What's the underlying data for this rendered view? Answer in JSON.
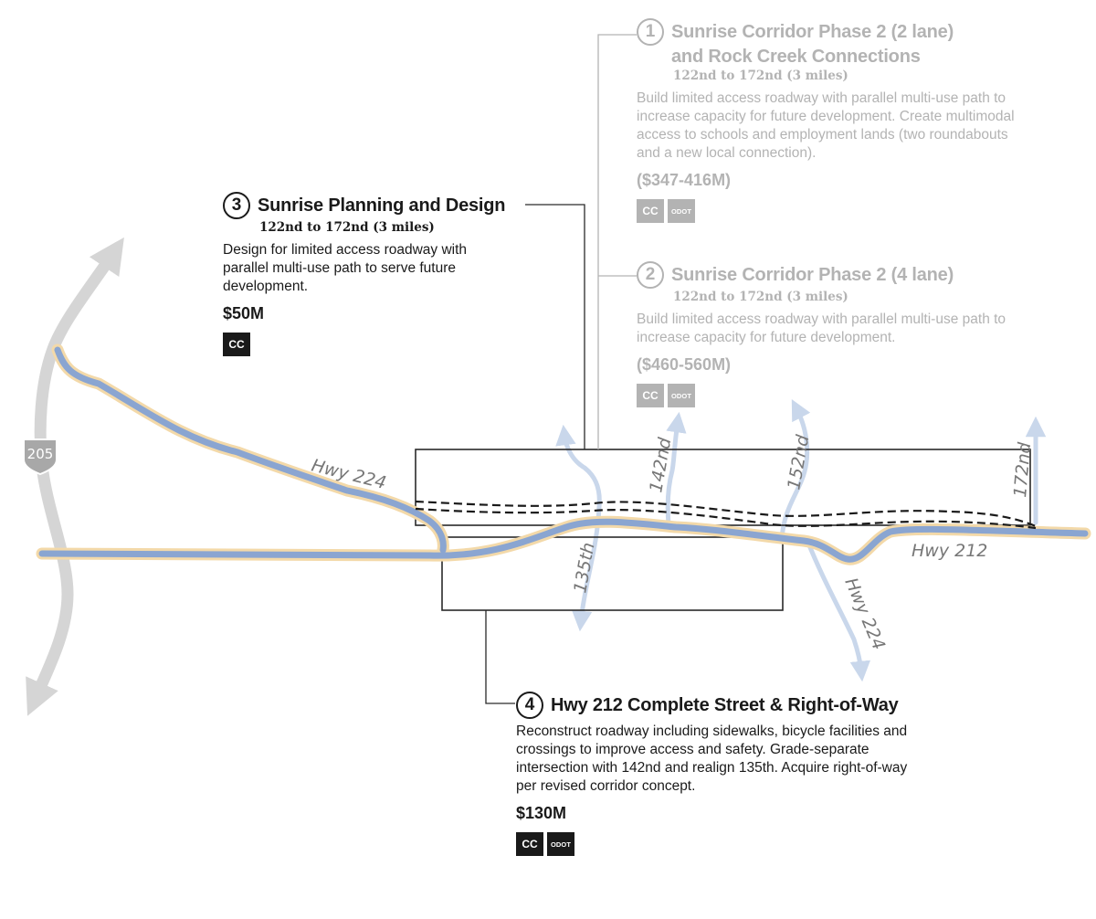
{
  "map": {
    "shield_label": "205",
    "road_labels": {
      "hwy224_west": "Hwy 224",
      "hwy212_east": "Hwy 212",
      "hwy224_south": "Hwy 224",
      "street_135th": "135th",
      "street_142nd": "142nd",
      "street_152nd": "152nd",
      "street_172nd": "172nd"
    },
    "colors": {
      "highway_fill": "#8aa5d1",
      "highway_casing": "#f3d9a9",
      "interstate": "#d5d5d5",
      "local_street": "#c9d7eb",
      "outline": "#2a2a2a"
    }
  },
  "projects": [
    {
      "number": "1",
      "title_lines": [
        "Sunrise Corridor Phase 2 (2 lane)",
        "and Rock Creek Connections"
      ],
      "subtitle": "122nd to 172nd (3 miles)",
      "description": "Build limited access roadway with parallel multi-use path to increase capacity for future development. Create multimodal access to schools and employment lands (two roundabouts and a new local connection).",
      "cost": "($347-416M)",
      "badges": [
        "CC",
        "ODOT"
      ]
    },
    {
      "number": "2",
      "title": "Sunrise Corridor Phase 2 (4 lane)",
      "subtitle": "122nd to 172nd (3 miles)",
      "description": "Build limited access roadway with parallel multi-use path to increase capacity for future development.",
      "cost": "($460-560M)",
      "badges": [
        "CC",
        "ODOT"
      ]
    },
    {
      "number": "3",
      "title": "Sunrise Planning and Design",
      "subtitle": "122nd to 172nd (3 miles)",
      "description": "Design for limited access roadway with parallel multi-use path to serve future development.",
      "cost": "$50M",
      "badges": [
        "CC"
      ]
    },
    {
      "number": "4",
      "title": "Hwy 212 Complete Street & Right-of-Way",
      "description": "Reconstruct roadway including sidewalks, bicycle facilities and crossings to improve access and safety. Grade-separate intersection with 142nd and realign 135th. Acquire right-of-way per revised corridor concept.",
      "cost": "$130M",
      "badges": [
        "CC",
        "ODOT"
      ]
    }
  ]
}
